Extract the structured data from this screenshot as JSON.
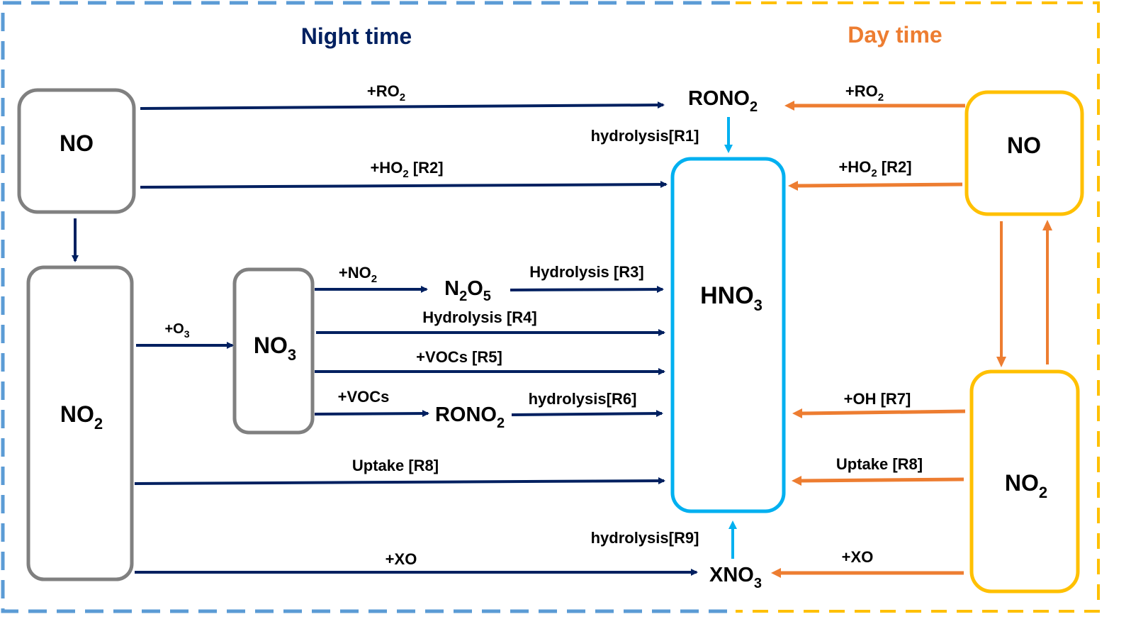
{
  "colors": {
    "night_border": "#5B9BD5",
    "day_border": "#FFC000",
    "night_arrow": "#002060",
    "day_arrow": "#ED7D31",
    "hno3": "#00B0F0",
    "species_box_night": "#808080",
    "species_box_day": "#FFC000",
    "night_title": "#002060",
    "day_title": "#ED7D31"
  },
  "titles": {
    "night": "Night time",
    "day": "Day time"
  },
  "species": {
    "no_night": {
      "base": "NO",
      "sub": ""
    },
    "no2_night": {
      "base": "NO",
      "sub": "2"
    },
    "no3": {
      "base": "NO",
      "sub": "3"
    },
    "hno3": {
      "base": "HNO",
      "sub": "3"
    },
    "no_day": {
      "base": "NO",
      "sub": ""
    },
    "no2_day": {
      "base": "NO",
      "sub": "2"
    },
    "rono2_top": {
      "base": "RONO",
      "sub": "2"
    },
    "n2o5": {
      "a": "N",
      "sub1": "2",
      "b": "O",
      "sub2": "5"
    },
    "rono2_mid": {
      "base": "RONO",
      "sub": "2"
    },
    "xno3": {
      "base": "XNO",
      "sub": "3"
    }
  },
  "labels": {
    "night_ro2": {
      "pre": "+RO",
      "sub": "2",
      "post": ""
    },
    "night_ho2": {
      "pre": "+HO",
      "sub": "2",
      "post": " [R2]"
    },
    "r1": "hydrolysis[R1]",
    "o3": {
      "pre": "+O",
      "sub": "3",
      "post": ""
    },
    "no2_add": {
      "pre": "+NO",
      "sub": "2",
      "post": ""
    },
    "r3": "Hydrolysis [R3]",
    "r4": "Hydrolysis [R4]",
    "r5": "+VOCs [R5]",
    "vocs": "+VOCs",
    "r6": "hydrolysis[R6]",
    "night_r8": "Uptake [R8]",
    "night_xo": "+XO",
    "r9": "hydrolysis[R9]",
    "day_ro2": {
      "pre": "+RO",
      "sub": "2",
      "post": ""
    },
    "day_ho2": {
      "pre": "+HO",
      "sub": "2",
      "post": " [R2]"
    },
    "r7": "+OH [R7]",
    "day_r8": "Uptake [R8]",
    "day_xo": "+XO"
  }
}
